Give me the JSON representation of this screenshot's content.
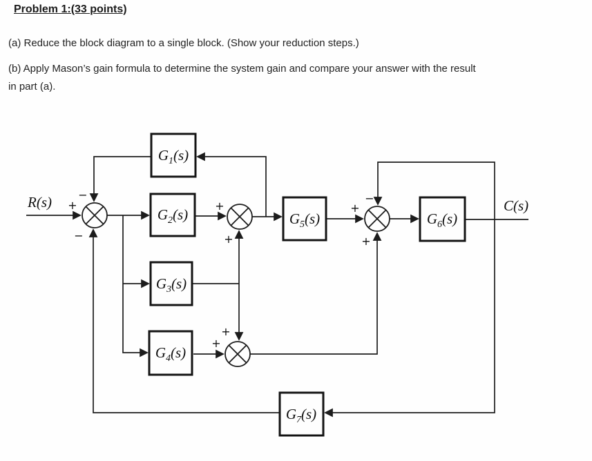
{
  "header": {
    "title": "Problem 1:(33 points)",
    "part_a": "(a) Reduce the block diagram to a single block.  (Show your reduction steps.)",
    "part_b_line1": "(b) Apply Mason’s gain formula to determine the system gain and compare your answer with the result",
    "part_b_line2": "in part (a)."
  },
  "diagram": {
    "input_label": "R(s)",
    "output_label": "C(s)",
    "line_color": "#1c1c1c",
    "blocks": [
      {
        "name": "G1(s)",
        "base": "G",
        "sub": "1",
        "suffix": "(s)"
      },
      {
        "name": "G2(s)",
        "base": "G",
        "sub": "2",
        "suffix": "(s)"
      },
      {
        "name": "G3(s)",
        "base": "G",
        "sub": "3",
        "suffix": "(s)"
      },
      {
        "name": "G4(s)",
        "base": "G",
        "sub": "4",
        "suffix": "(s)"
      },
      {
        "name": "G5(s)",
        "base": "G",
        "sub": "5",
        "suffix": "(s)"
      },
      {
        "name": "G6(s)",
        "base": "G",
        "sub": "6",
        "suffix": "(s)"
      },
      {
        "name": "G7(s)",
        "base": "G",
        "sub": "7",
        "suffix": "(s)"
      }
    ],
    "signs": {
      "sum1_left": "+",
      "sum1_top": "−",
      "sum1_bottom": "−",
      "sum2_left": "+",
      "sum2_bottom": "+",
      "sum3_left": "+",
      "sum3_top": "−",
      "sum3_bottom": "+",
      "sum4_left": "+",
      "sum4_top": "+"
    }
  }
}
